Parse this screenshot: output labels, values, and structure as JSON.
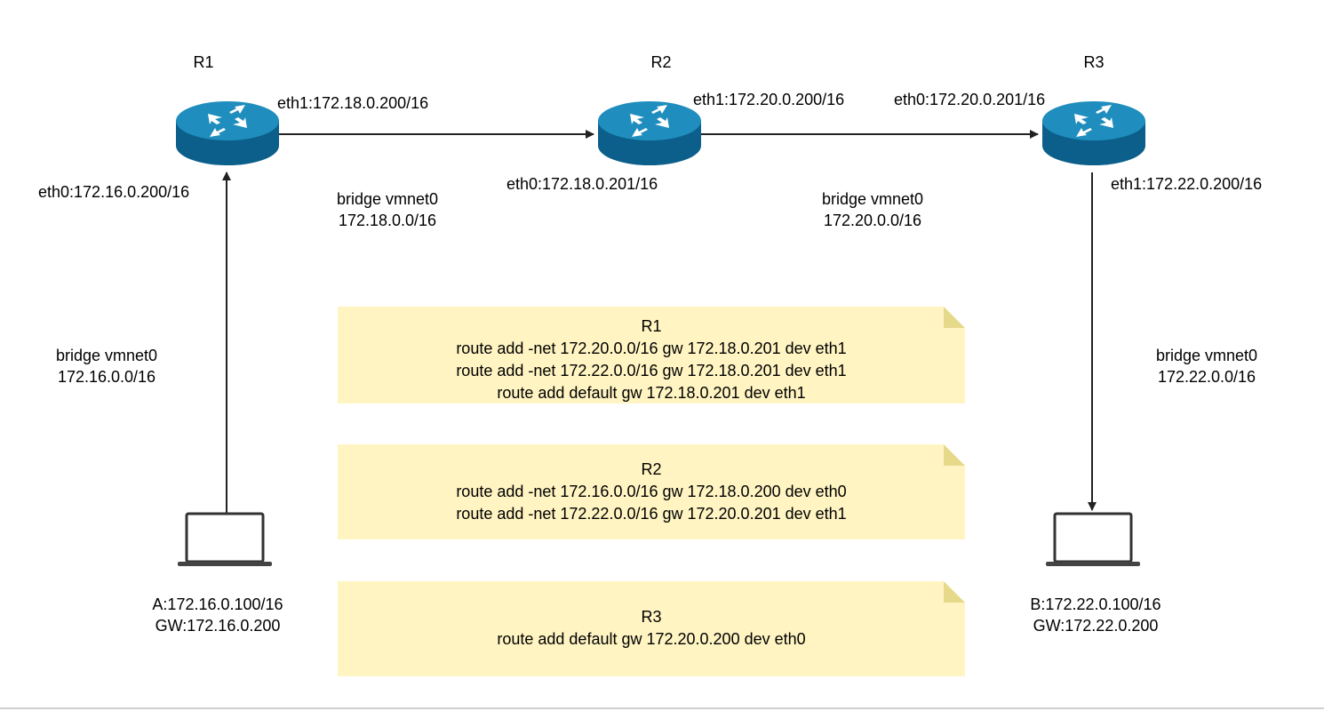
{
  "routers": [
    {
      "id": "r1",
      "name": "R1"
    },
    {
      "id": "r2",
      "name": "R2"
    },
    {
      "id": "r3",
      "name": "R3"
    }
  ],
  "interfaces": {
    "r1_eth1": "eth1:172.18.0.200/16",
    "r1_eth0": "eth0:172.16.0.200/16",
    "r2_eth1": "eth1:172.20.0.200/16",
    "r2_eth0": "eth0:172.18.0.201/16",
    "r3_eth0": "eth0:172.20.0.201/16",
    "r3_eth1": "eth1:172.22.0.200/16"
  },
  "networks": {
    "r1_r2": {
      "bridge": "bridge vmnet0",
      "subnet": "172.18.0.0/16"
    },
    "r2_r3": {
      "bridge": "bridge vmnet0",
      "subnet": "172.20.0.0/16"
    },
    "a_r1": {
      "bridge": "bridge vmnet0",
      "subnet": "172.16.0.0/16"
    },
    "r3_b": {
      "bridge": "bridge vmnet0",
      "subnet": "172.22.0.0/16"
    }
  },
  "hosts": {
    "a": {
      "addr": "A:172.16.0.100/16",
      "gw": "GW:172.16.0.200"
    },
    "b": {
      "addr": "B:172.22.0.100/16",
      "gw": "GW:172.22.0.200"
    }
  },
  "notes": [
    {
      "title": "R1",
      "lines": [
        "route add -net 172.20.0.0/16 gw 172.18.0.201 dev eth1",
        "route add -net 172.22.0.0/16 gw 172.18.0.201 dev eth1",
        "route add default gw 172.18.0.201 dev eth1"
      ]
    },
    {
      "title": "R2",
      "lines": [
        "route add -net 172.16.0.0/16 gw 172.18.0.200 dev eth0",
        "route add -net 172.22.0.0/16 gw 172.20.0.201 dev eth1"
      ]
    },
    {
      "title": "R3",
      "lines": [
        "route add default gw 172.20.0.200 dev eth0"
      ]
    }
  ],
  "colors": {
    "router_top": "#1f8dbd",
    "router_side": "#0b5f8a",
    "note_fill": "#fff4c2",
    "note_fold": "#e6d98a",
    "line": "#222222"
  }
}
